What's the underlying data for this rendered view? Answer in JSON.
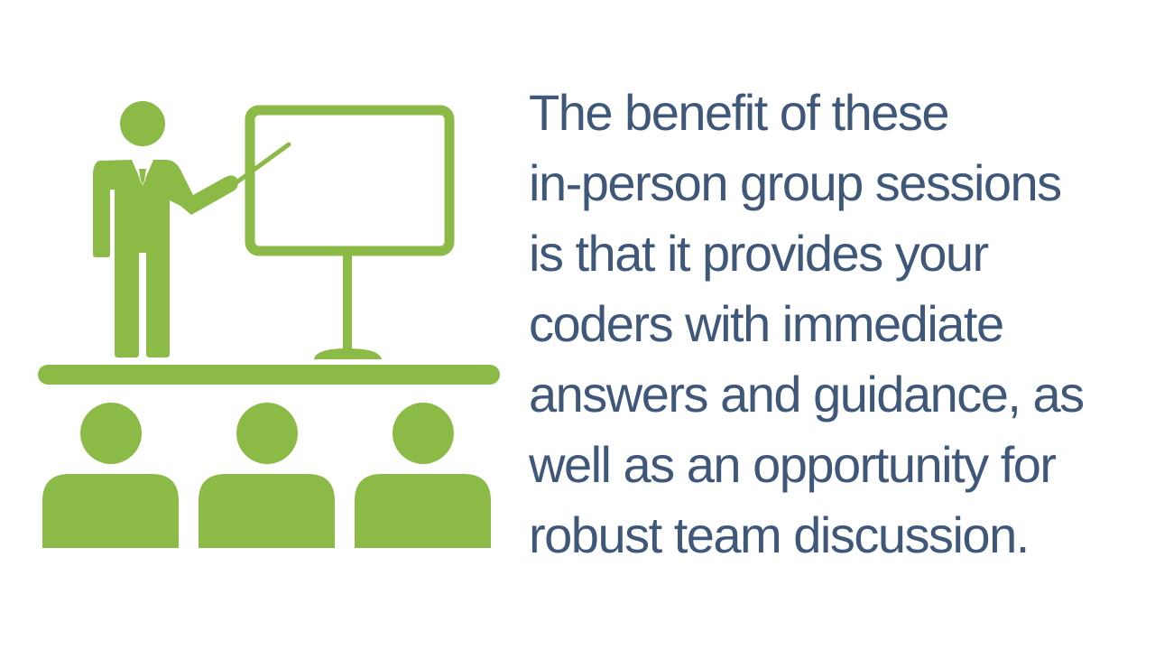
{
  "colors": {
    "icon_green": "#8cba47",
    "text_blue": "#3f5779",
    "background": "#ffffff"
  },
  "illustration": {
    "icon_name": "presentation-teacher-audience-icon",
    "presenter": "presenter-with-pointer-icon",
    "board": "whiteboard-on-stand-icon",
    "audience_count": 3
  },
  "quote": {
    "lines": [
      "The benefit of these",
      "in-person group sessions",
      "is that it provides your",
      "coders with immediate",
      "answers and guidance, as",
      "well as an opportunity for",
      "robust team discussion."
    ]
  }
}
